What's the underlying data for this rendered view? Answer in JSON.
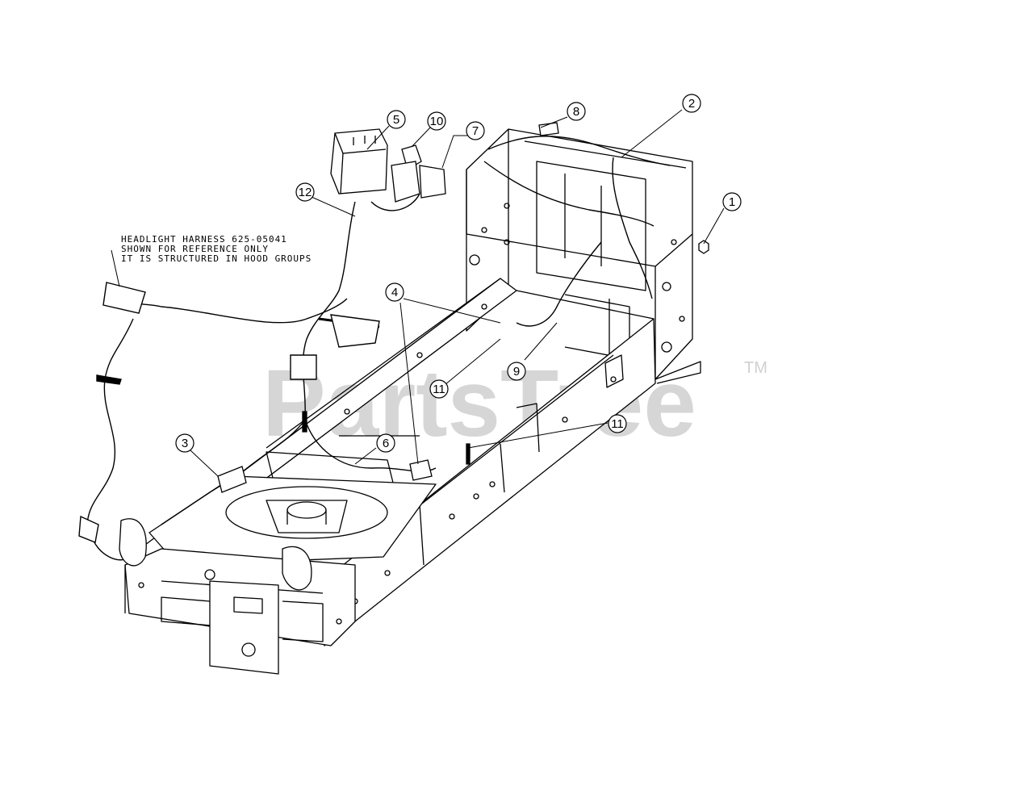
{
  "note": {
    "lines": [
      "HEADLIGHT HARNESS 625-05041",
      "SHOWN FOR REFERENCE ONLY",
      "IT IS STRUCTURED IN HOOD GROUPS"
    ]
  },
  "callouts": [
    {
      "id": "c1",
      "label": "1"
    },
    {
      "id": "c2",
      "label": "2"
    },
    {
      "id": "c3",
      "label": "3"
    },
    {
      "id": "c4",
      "label": "4"
    },
    {
      "id": "c5",
      "label": "5"
    },
    {
      "id": "c6",
      "label": "6"
    },
    {
      "id": "c7",
      "label": "7"
    },
    {
      "id": "c8",
      "label": "8"
    },
    {
      "id": "c9",
      "label": "9"
    },
    {
      "id": "c10",
      "label": "10"
    },
    {
      "id": "c11a",
      "label": "11"
    },
    {
      "id": "c11b",
      "label": "11"
    },
    {
      "id": "c12",
      "label": "12"
    }
  ],
  "watermark": {
    "text": "PartsTree",
    "trademark": "TM",
    "color": "#d6d6d6"
  }
}
